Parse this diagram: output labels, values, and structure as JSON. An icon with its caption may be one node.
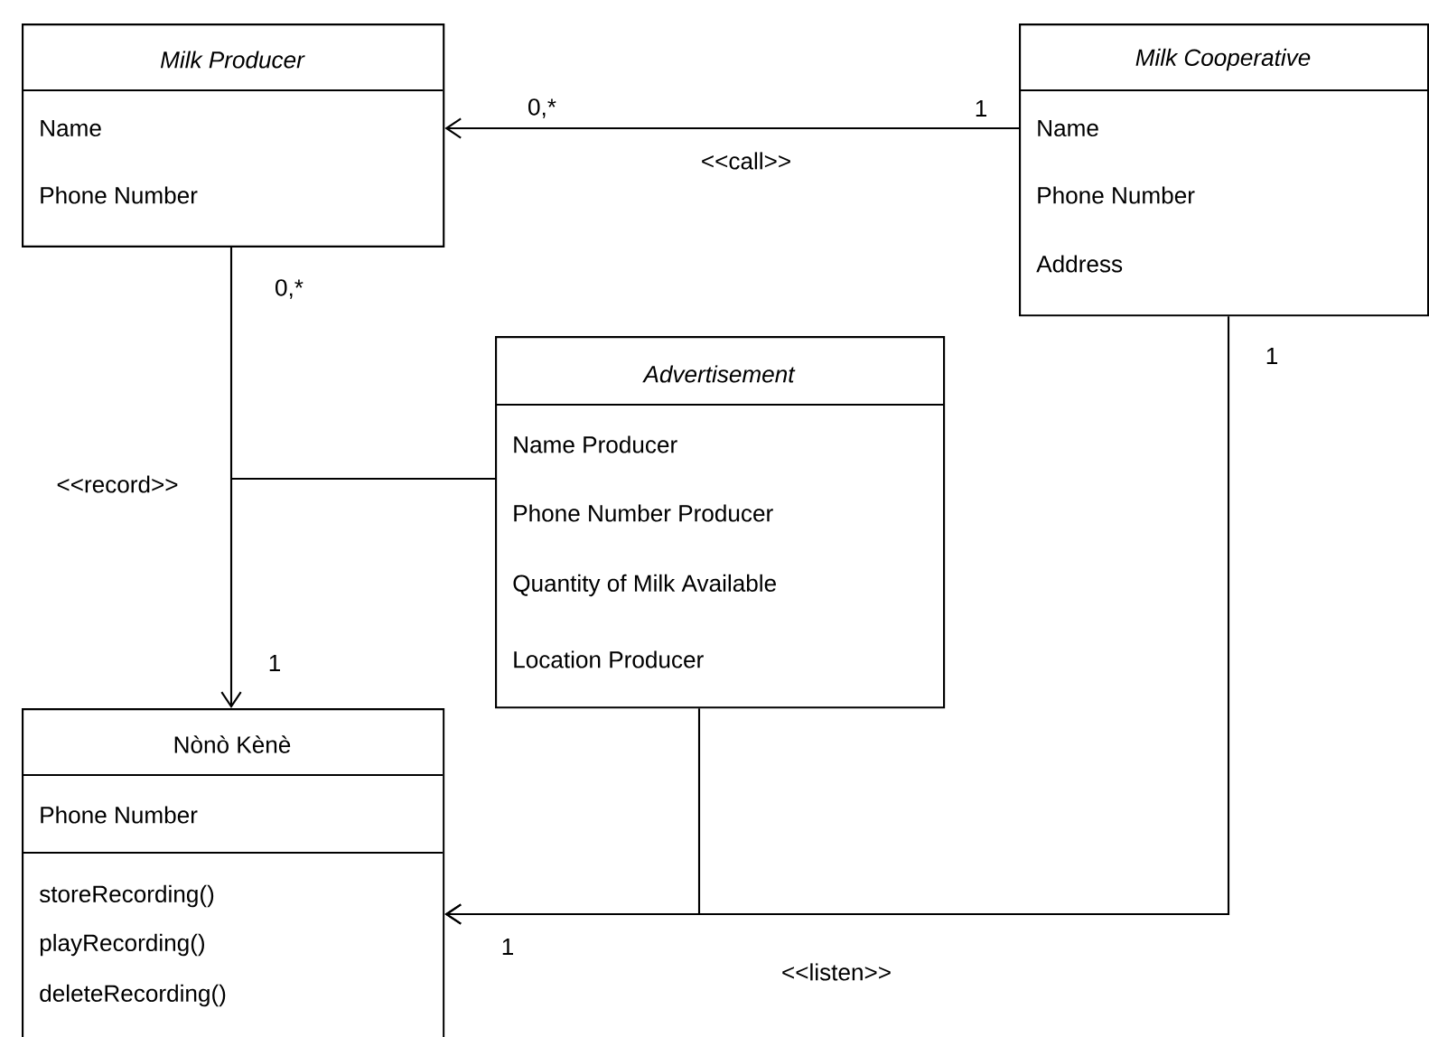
{
  "diagram": {
    "nodes": [
      {
        "text": [
          "Milk Producer",
          "Name",
          "Phone Number"
        ]
      },
      {
        "text": [
          "Milk Cooperative",
          "Name",
          "Phone Number",
          "Address"
        ]
      },
      {
        "text": [
          "Advertisement",
          "Name Producer",
          "Phone Number Producer",
          "Quantity of Milk Available",
          "Location Producer"
        ]
      },
      {
        "text": [
          "Nònò Kènè",
          "Phone Number",
          "storeRecording()",
          "playRecording()",
          "deleteRecording()"
        ]
      }
    ],
    "edges": [
      {
        "from": 1,
        "to": 0,
        "arrow": "to",
        "label": "<<call>>"
      },
      {
        "from": 0,
        "to": 3,
        "arrow": "to",
        "label": "<<record>>"
      },
      {
        "from": 2,
        "to": null,
        "arrow": "none"
      },
      {
        "from": 1,
        "to": 3,
        "arrow": "to",
        "label": "<<listen>>"
      },
      {
        "from": 2,
        "to": 3,
        "arrow": "to"
      }
    ],
    "labels": [
      "0,*",
      "1",
      "0,*",
      "1",
      "1",
      "1"
    ]
  }
}
